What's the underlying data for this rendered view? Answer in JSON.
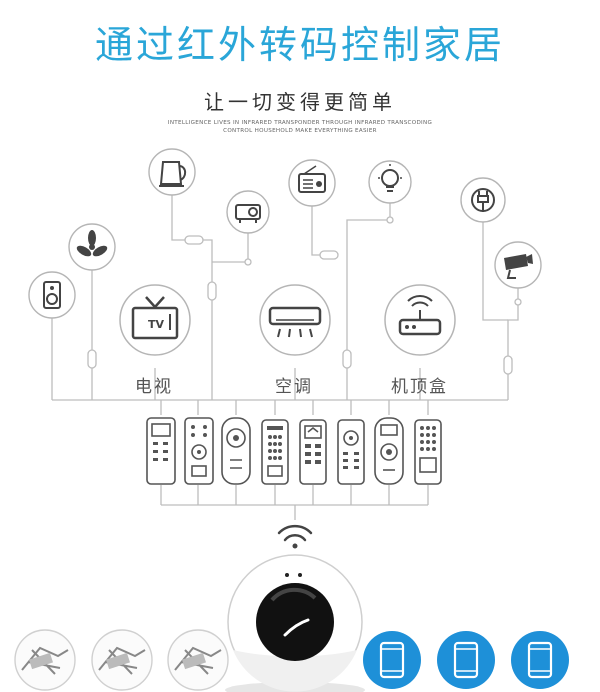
{
  "header": {
    "title": "通过红外转码控制家居",
    "subtitle": "让一切变得更简单",
    "tagline_line1": "INTELLIGENCE LIVES IN INFRARED TRANSPONDER THROUGH INFRARED TRANSCODING",
    "tagline_line2": "CONTROL HOUSEHOLD MAKE EVERYTHING EASIER"
  },
  "categories": [
    {
      "label": "电视",
      "icon": "tv-icon",
      "icon_text": "TV"
    },
    {
      "label": "空调",
      "icon": "air-conditioner-icon"
    },
    {
      "label": "机顶盒",
      "icon": "router-icon"
    }
  ],
  "appliance_icons": [
    "speaker-icon",
    "fan-icon",
    "kettle-icon",
    "projector-icon",
    "radio-icon",
    "light-bulb-icon",
    "power-plug-icon",
    "camera-icon"
  ],
  "remote_count": 8,
  "phone_count": 3,
  "colors": {
    "accent": "#2aa6d8",
    "line": "#bdbdbd",
    "phone_circle": "#1e90d8"
  }
}
